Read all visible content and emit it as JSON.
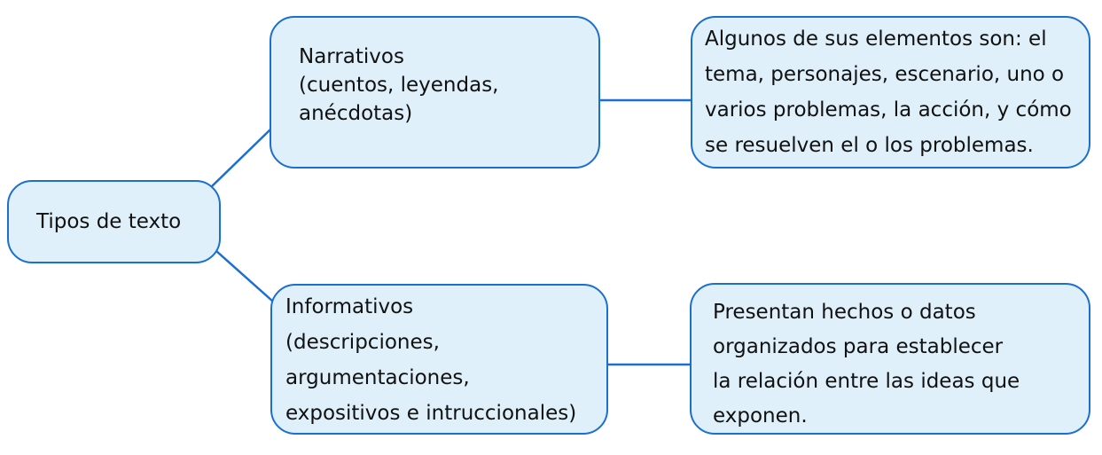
{
  "diagram": {
    "root": {
      "label": "Tipos de texto"
    },
    "narrativos": {
      "lines": [
        "Narrativos",
        "(cuentos, leyendas,",
        "anécdotas)"
      ]
    },
    "informativos": {
      "lines": [
        "Informativos",
        "(descripciones,",
        "argumentaciones,",
        "expositivos e intruccionales)"
      ]
    },
    "narrativos_desc": {
      "lines": [
        "Algunos de sus elementos son: el",
        "tema, personajes, escenario, uno o",
        "varios problemas, la acción, y cómo",
        "se resuelven el o los problemas."
      ]
    },
    "informativos_desc": {
      "lines": [
        "Presentan hechos o datos",
        "organizados para establecer",
        "la relación entre las ideas que",
        "exponen."
      ]
    },
    "colors": {
      "node_fill": "#dff0fa",
      "node_border": "#1a6fd0",
      "connector": "#1a6fd0",
      "text": "#111111"
    }
  }
}
